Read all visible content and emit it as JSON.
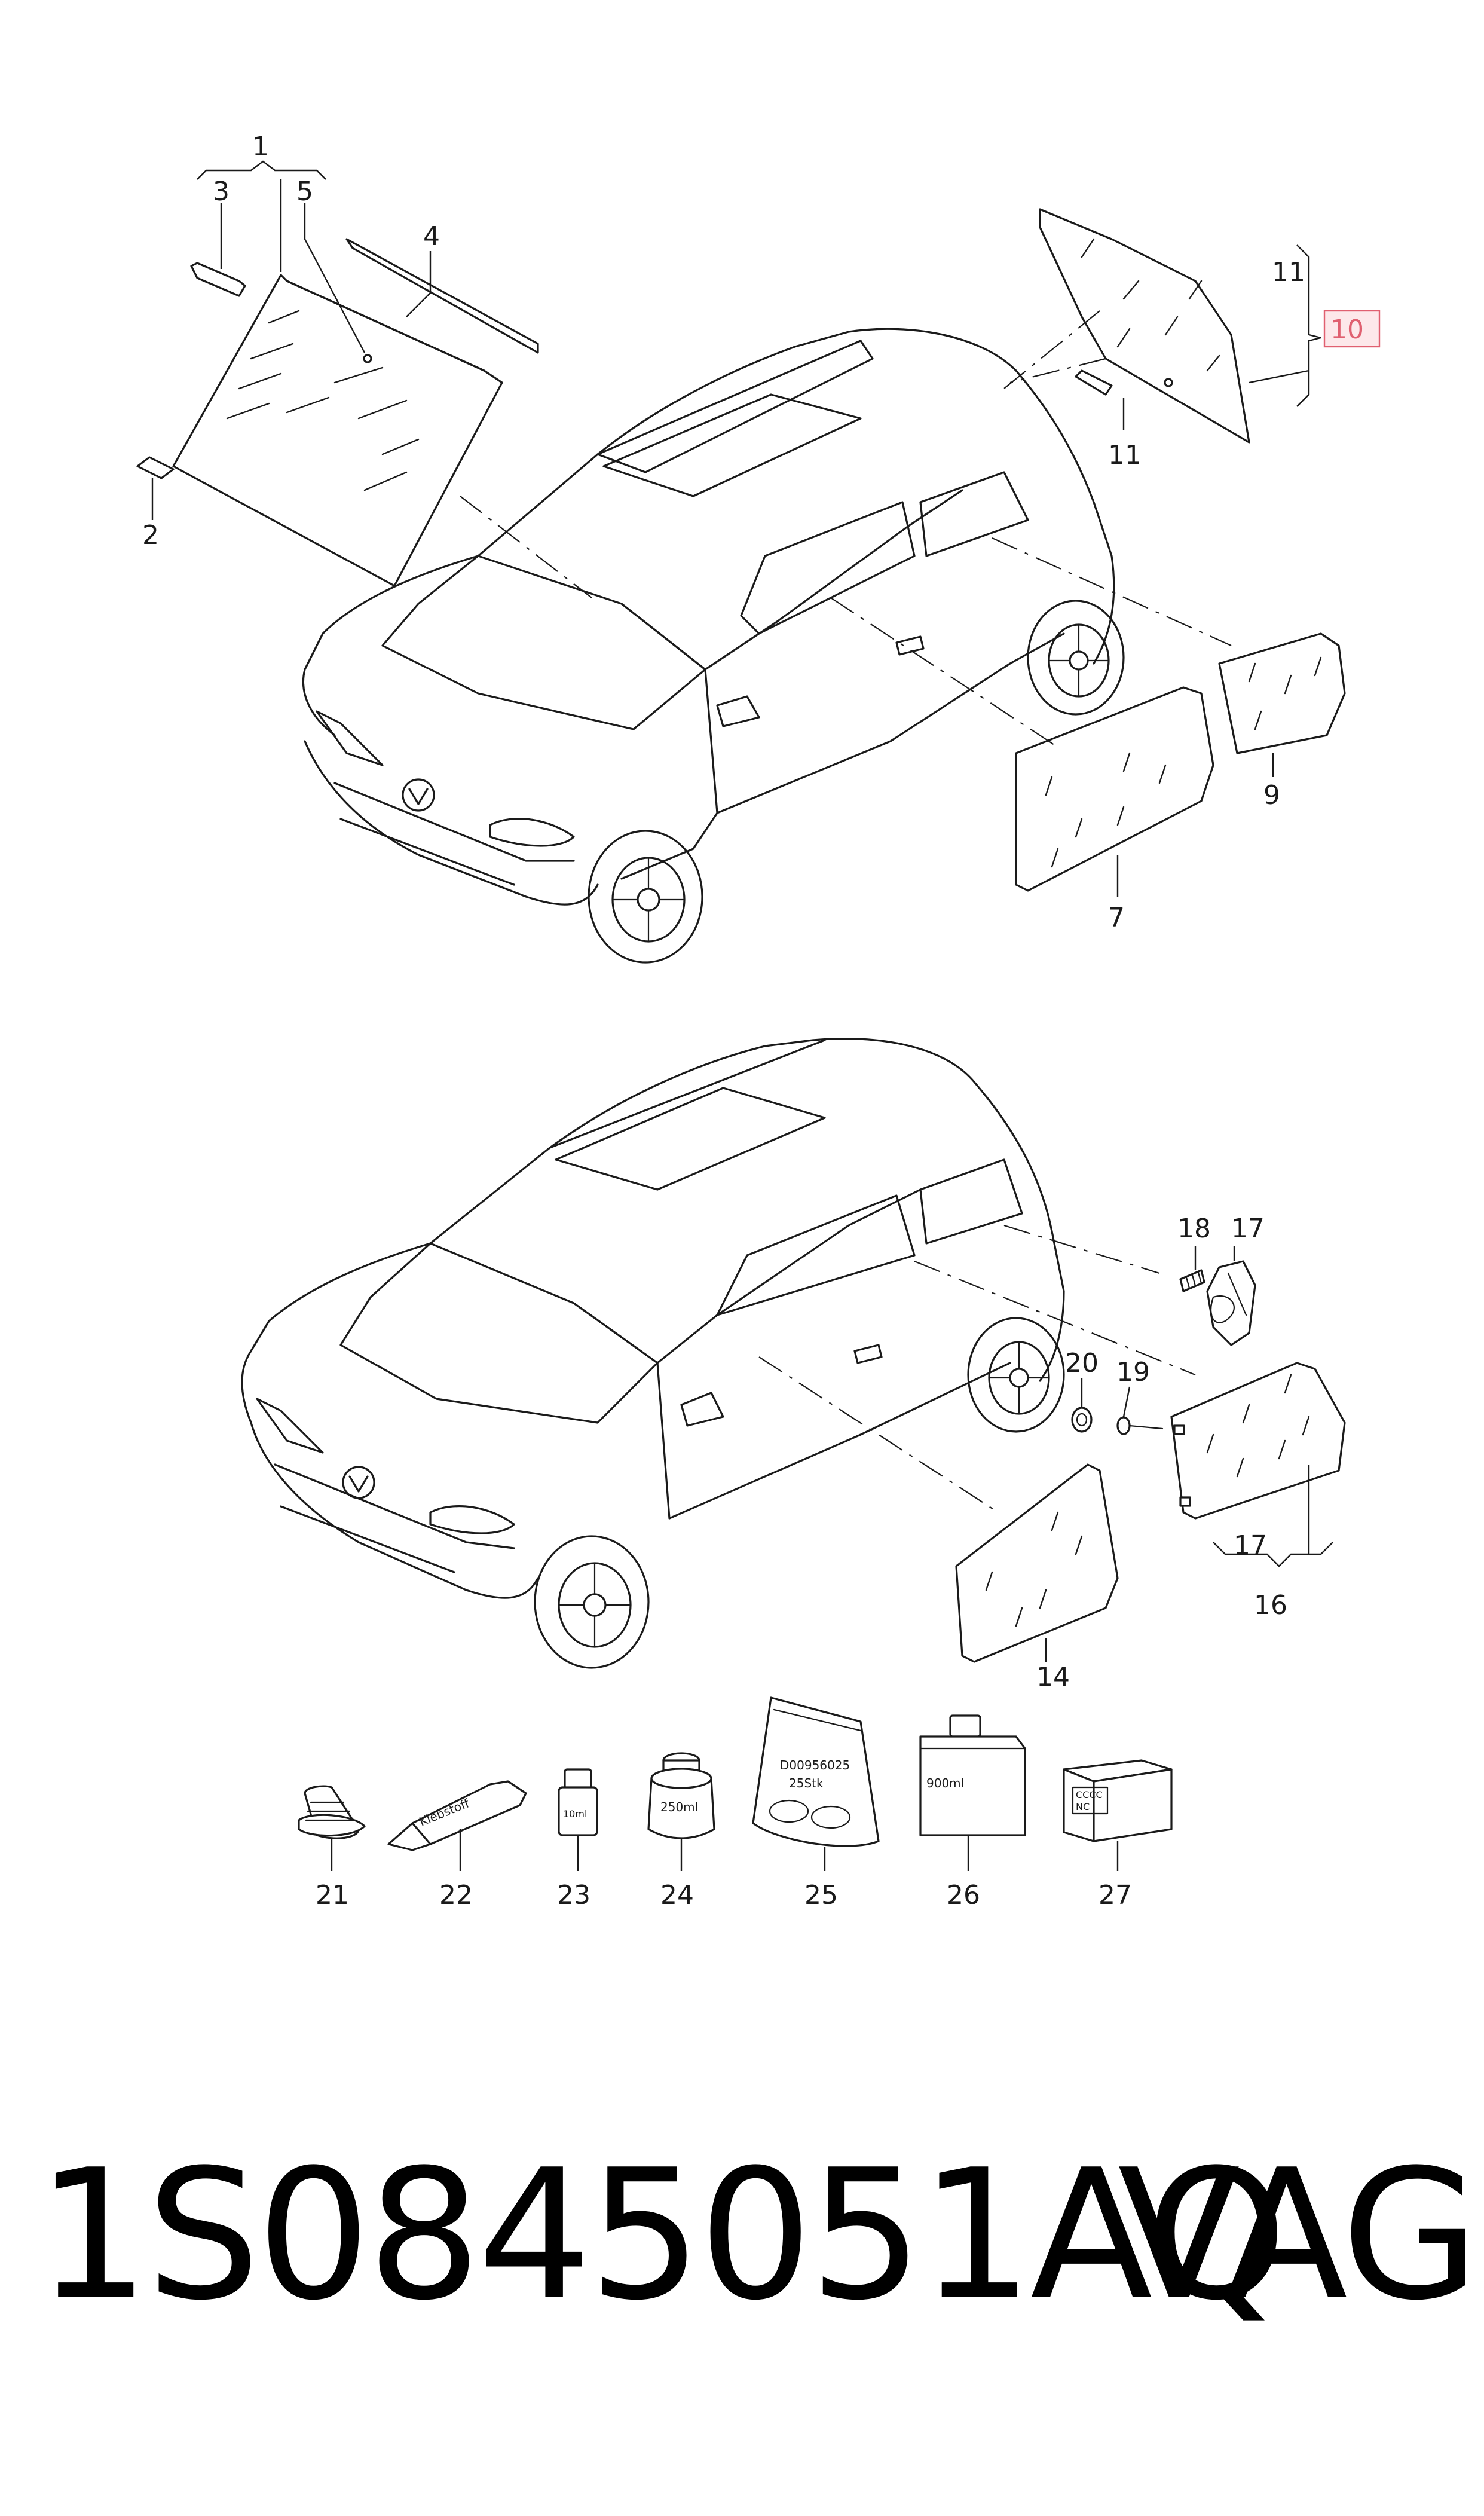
{
  "callouts": {
    "c1": "1",
    "c2": "2",
    "c3": "3",
    "c4": "4",
    "c5": "5",
    "c7": "7",
    "c9": "9",
    "c10": "10",
    "c11a": "11",
    "c11b": "11",
    "c14": "14",
    "c16": "16",
    "c17a": "17",
    "c17b": "17",
    "c18": "18",
    "c19": "19",
    "c20": "20",
    "c21": "21",
    "c22": "22",
    "c23": "23",
    "c24": "24",
    "c25": "25",
    "c26": "26",
    "c27": "27"
  },
  "product_labels": {
    "tube": "Klebstoff",
    "vial": "10ml",
    "can": "250ml",
    "bag_code": "D00956025",
    "bag_qty": "25Stk",
    "bottle": "900ml",
    "box_top": "CCCC",
    "box_bottom": "NC"
  },
  "highlight_color": "#e06070",
  "footer": {
    "part_number": "1S0845051AQ",
    "brand": "VAG"
  }
}
